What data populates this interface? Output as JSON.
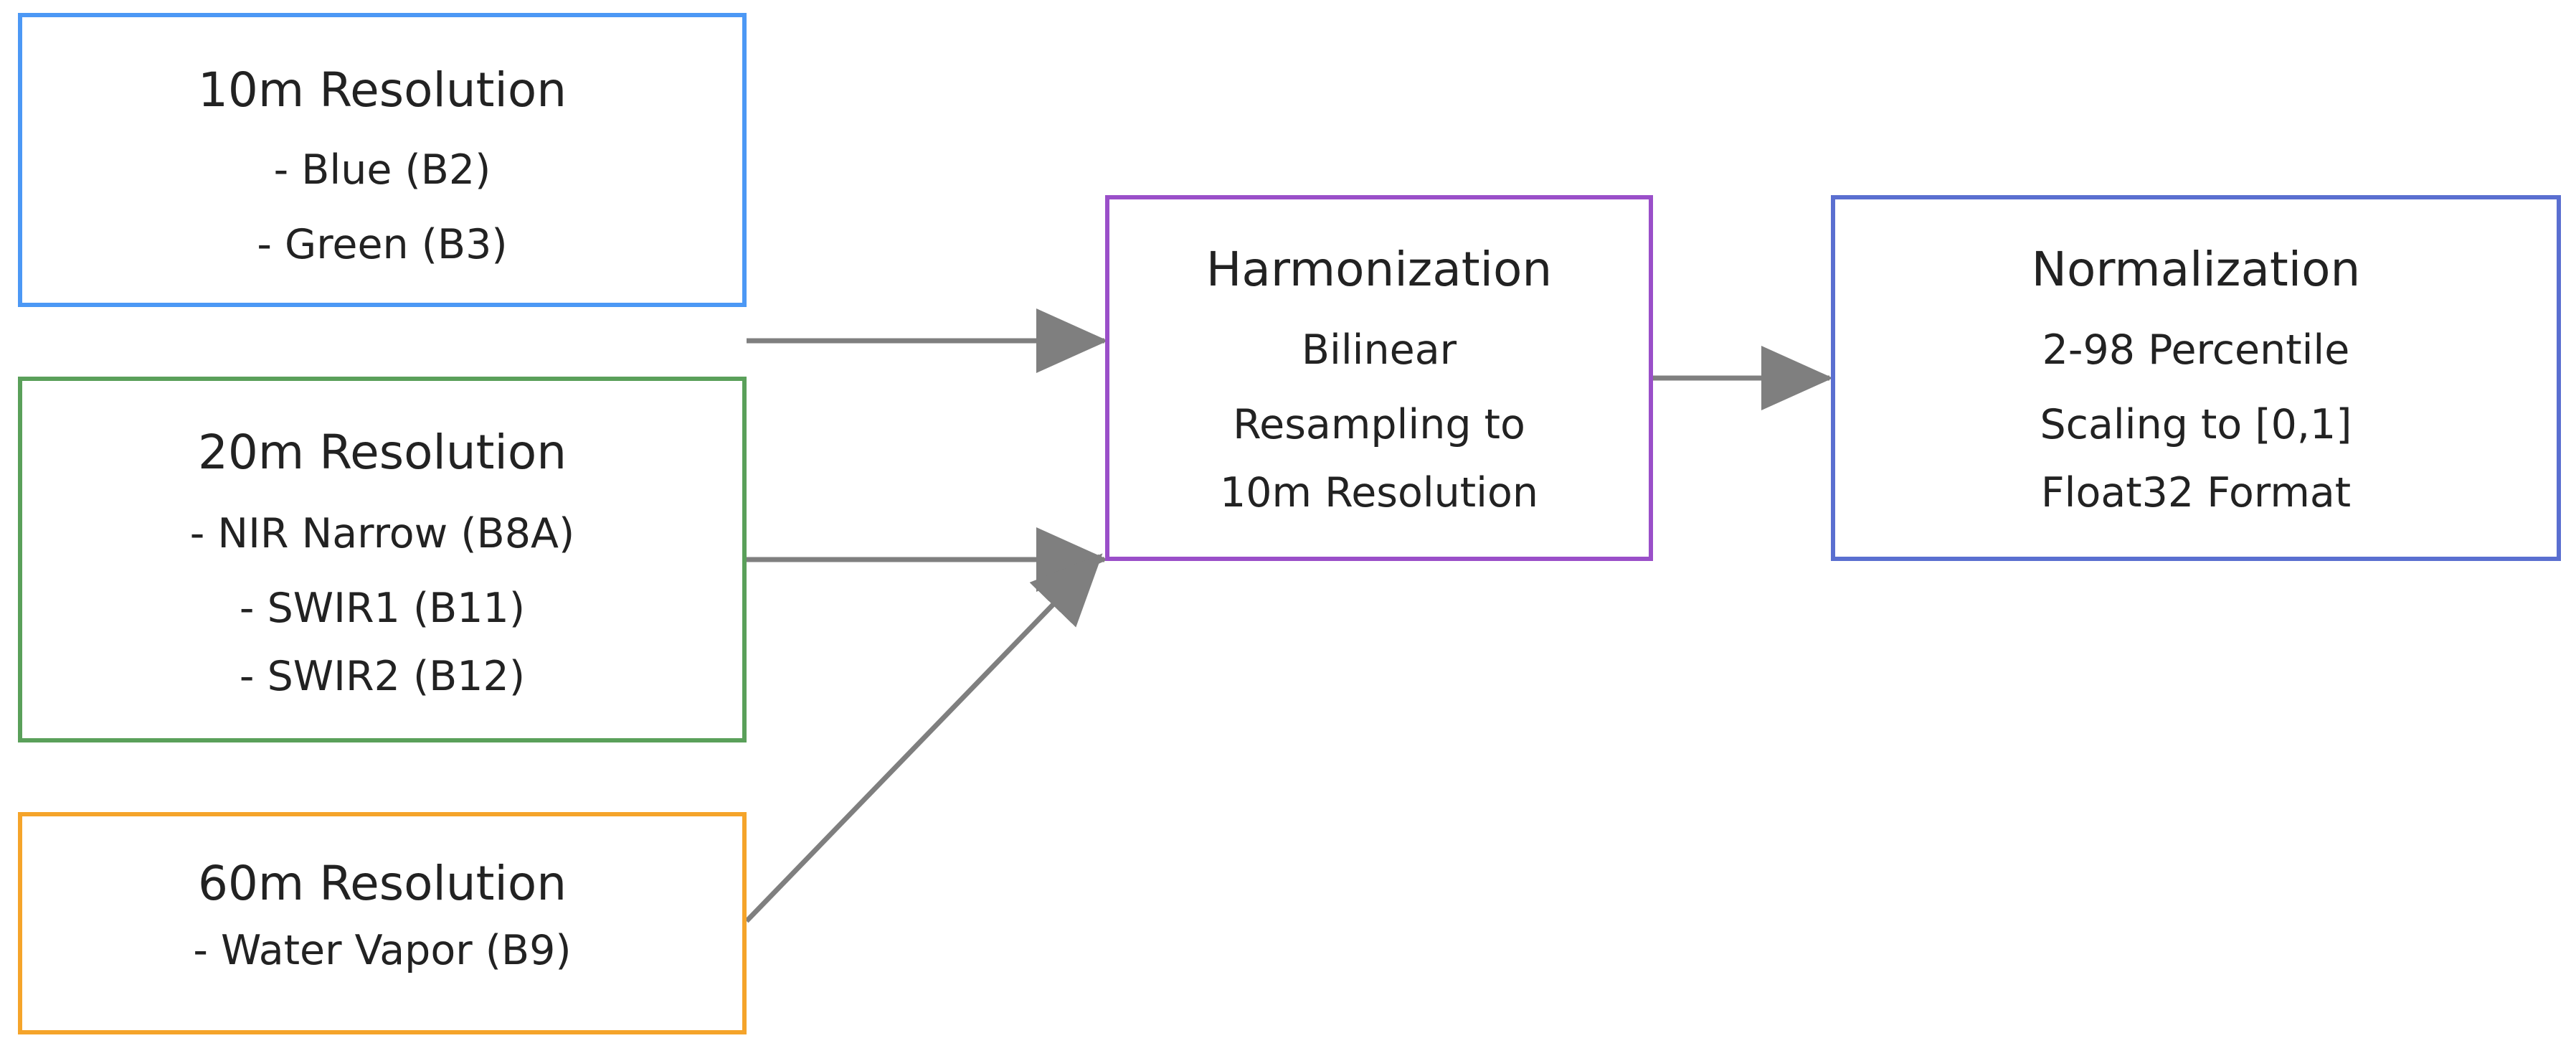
{
  "nodes": {
    "res10": {
      "title": "10m Resolution",
      "lines": [
        "- Blue (B2)",
        "- Green (B3)"
      ],
      "border_color": "#4c98f5"
    },
    "res20": {
      "title": "20m Resolution",
      "lines": [
        "- NIR Narrow (B8A)",
        "- SWIR1 (B11)",
        "- SWIR2 (B12)"
      ],
      "border_color": "#5aa05a"
    },
    "res60": {
      "title": "60m Resolution",
      "lines": [
        "- Water Vapor (B9)"
      ],
      "border_color": "#f5a42a"
    },
    "harmonization": {
      "title": "Harmonization",
      "lines": [
        "Bilinear",
        "Resampling to",
        "10m Resolution"
      ],
      "border_color": "#9a4fc9"
    },
    "normalization": {
      "title": "Normalization",
      "lines": [
        "2-98 Percentile",
        "Scaling to [0,1]",
        "Float32 Format"
      ],
      "border_color": "#5a6fd0"
    }
  },
  "edges": [
    {
      "from": "res10",
      "to": "harmonization"
    },
    {
      "from": "res20",
      "to": "harmonization"
    },
    {
      "from": "res60",
      "to": "harmonization"
    },
    {
      "from": "harmonization",
      "to": "normalization"
    }
  ],
  "arrow_color": "#7f7f7f"
}
